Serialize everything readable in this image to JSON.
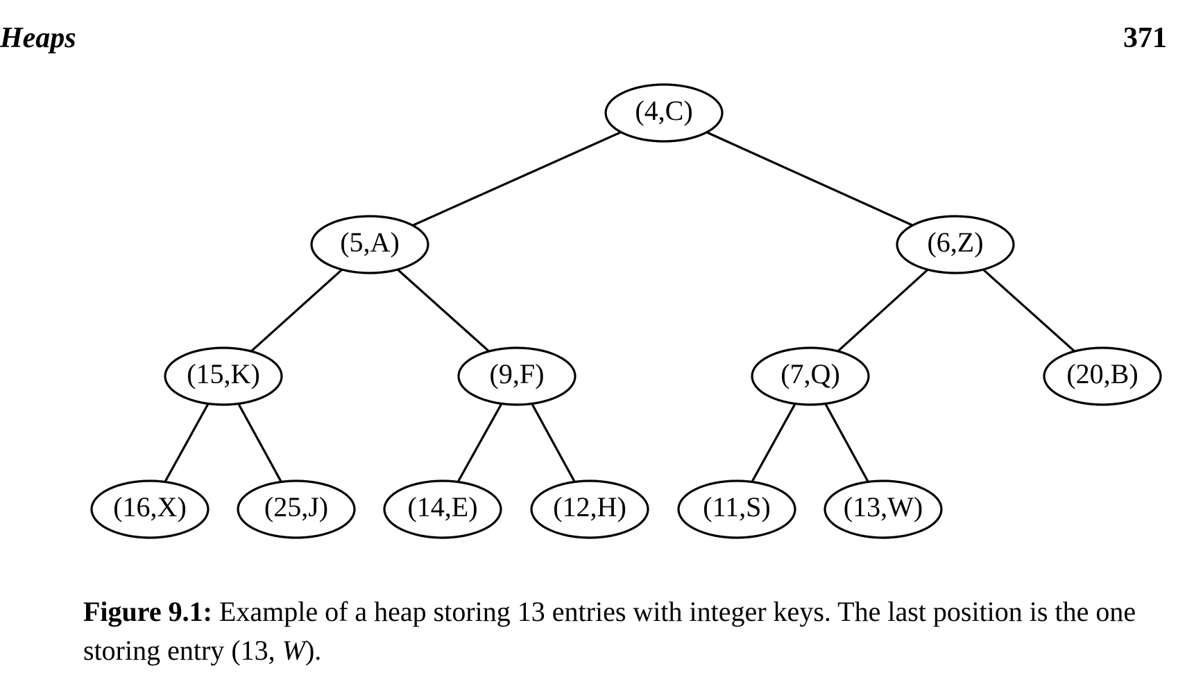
{
  "header": {
    "section_title": "Heaps",
    "page_number": "371"
  },
  "figure": {
    "nodes": [
      {
        "id": "n1",
        "label": "(4,C)"
      },
      {
        "id": "n2",
        "label": "(5,A)"
      },
      {
        "id": "n3",
        "label": "(6,Z)"
      },
      {
        "id": "n4",
        "label": "(15,K)"
      },
      {
        "id": "n5",
        "label": "(9,F)"
      },
      {
        "id": "n6",
        "label": "(7,Q)"
      },
      {
        "id": "n7",
        "label": "(20,B)"
      },
      {
        "id": "n8",
        "label": "(16,X)"
      },
      {
        "id": "n9",
        "label": "(25,J)"
      },
      {
        "id": "n10",
        "label": "(14,E)"
      },
      {
        "id": "n11",
        "label": "(12,H)"
      },
      {
        "id": "n12",
        "label": "(11,S)"
      },
      {
        "id": "n13",
        "label": "(13,W)"
      }
    ],
    "edges": [
      [
        "n1",
        "n2"
      ],
      [
        "n1",
        "n3"
      ],
      [
        "n2",
        "n4"
      ],
      [
        "n2",
        "n5"
      ],
      [
        "n3",
        "n6"
      ],
      [
        "n3",
        "n7"
      ],
      [
        "n4",
        "n8"
      ],
      [
        "n4",
        "n9"
      ],
      [
        "n5",
        "n10"
      ],
      [
        "n5",
        "n11"
      ],
      [
        "n6",
        "n12"
      ],
      [
        "n6",
        "n13"
      ]
    ]
  },
  "caption": {
    "label": "Figure 9.1:",
    "text": " Example of a heap storing 13 entries with integer keys. The last position is the one storing entry ",
    "entry_open": "(13, ",
    "entry_var": "W",
    "entry_close": ")",
    "end": "."
  }
}
